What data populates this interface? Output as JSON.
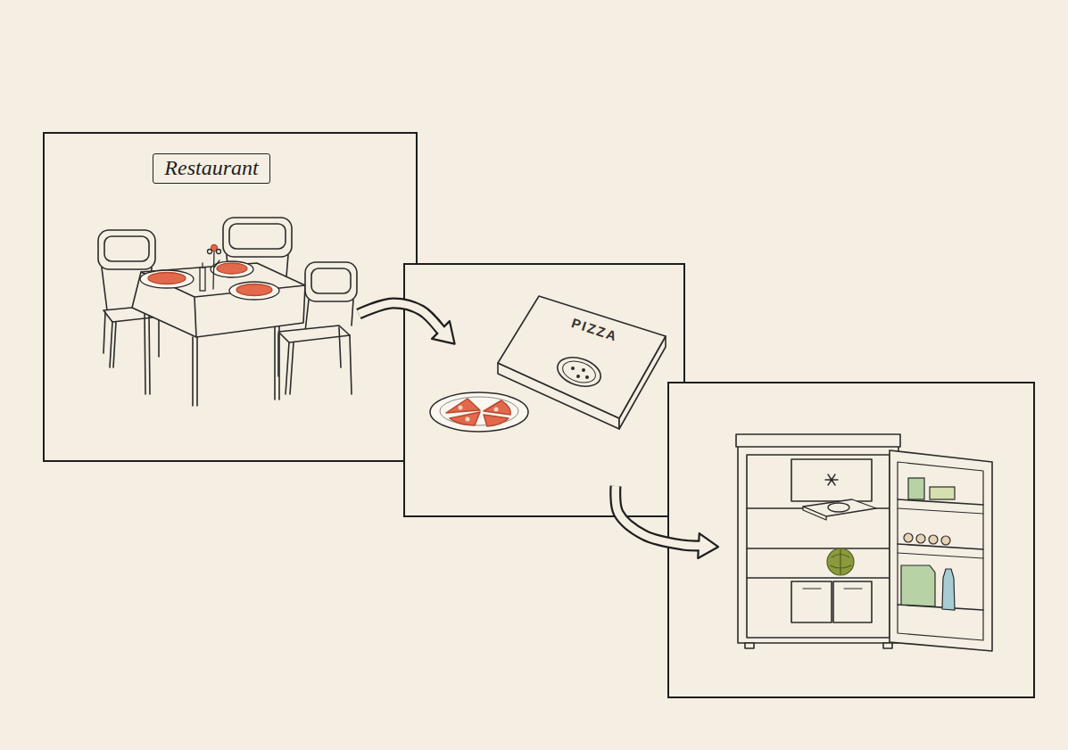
{
  "diagram": {
    "nodes": [
      {
        "text": [
          "Restaurant"
        ]
      },
      {
        "text": [
          "PIZZA"
        ]
      },
      {
        "text": []
      }
    ],
    "edges": [
      {
        "from": 0,
        "to": 1,
        "arrow": "to"
      },
      {
        "from": 1,
        "to": 2,
        "arrow": "to"
      }
    ]
  }
}
